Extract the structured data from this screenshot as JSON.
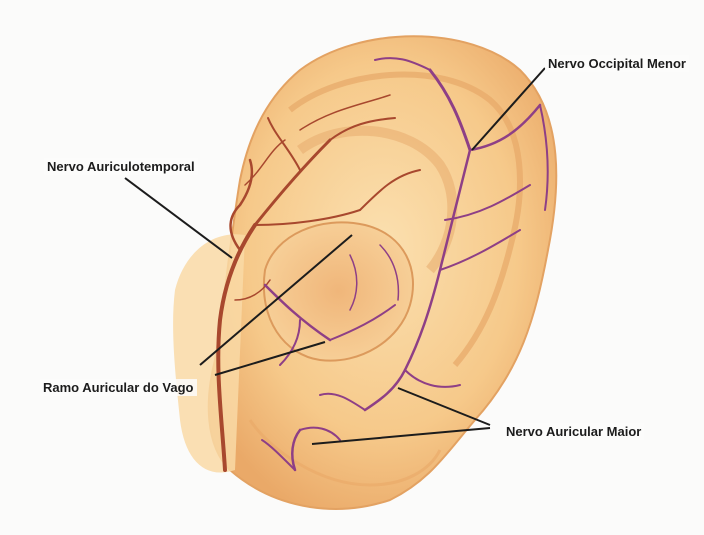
{
  "labels": {
    "occipital_minor": "Nervo Occipital Menor",
    "auriculotemporal": "Nervo Auriculotemporal",
    "vagus_branch": "Ramo Auricular do Vago",
    "great_auricular": "Nervo Auricular Maior"
  },
  "colors": {
    "background": "#fbfbfa",
    "ear_skin": "#f6c98a",
    "ear_shadow": "#e9a86a",
    "nerve_brown": "#a8482e",
    "nerve_purple": "#8e3f86",
    "leader_line": "#1c1c1c"
  }
}
